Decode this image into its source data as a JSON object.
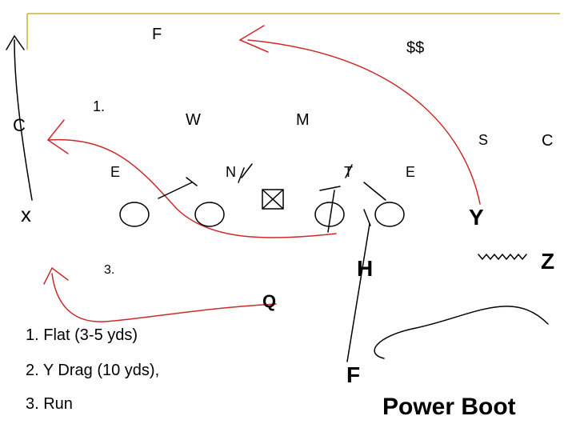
{
  "defense": {
    "f": "F",
    "money": "$$",
    "w": "W",
    "m": "M",
    "c_left": "C",
    "s": "S",
    "c_right": "C",
    "e_left": "E",
    "n": "N",
    "t": "T",
    "e_right": "E"
  },
  "offense": {
    "x": "x",
    "y": "Y",
    "z": "Z",
    "h": "H",
    "q": "Q",
    "f": "F"
  },
  "route_numbers": {
    "one": "1.",
    "three": "3."
  },
  "legend": [
    "1. Flat (3-5 yds)",
    "2. Y Drag (10 yds),",
    "3. Run"
  ],
  "title": "Power Boot",
  "colors": {
    "frame": "#c9b037",
    "route": "#cc2a2a",
    "ink": "#000000"
  }
}
